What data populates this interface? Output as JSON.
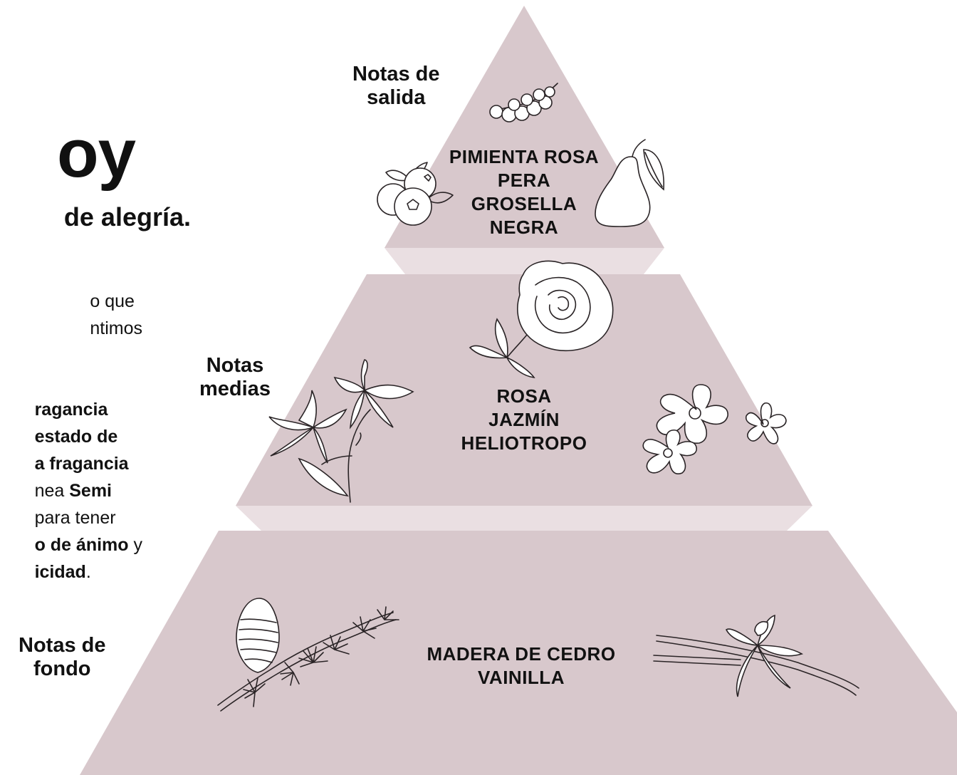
{
  "heading": {
    "title": "oy",
    "subtitle": "de alegría."
  },
  "left_paragraph_1": {
    "lines": [
      "o que",
      "ntimos"
    ]
  },
  "left_paragraph_2": {
    "lines": [
      [
        {
          "t": "ragancia",
          "b": true
        }
      ],
      [
        {
          "t": "estado de",
          "b": true
        }
      ],
      [
        {
          "t": "a fragancia",
          "b": true
        }
      ],
      [
        {
          "t": "nea ",
          "b": false
        },
        {
          "t": "Semi",
          "b": true
        }
      ],
      [
        {
          "t": "para tener",
          "b": false
        }
      ],
      [
        {
          "t": "o de ánimo",
          "b": true
        },
        {
          "t": " y",
          "b": false
        }
      ],
      [
        {
          "t": "icidad",
          "b": true
        },
        {
          "t": ".",
          "b": false
        }
      ]
    ]
  },
  "pyramid": {
    "colors": {
      "tier_fill": "#d8c8cc",
      "connector_fill": "#eadfe2",
      "text": "#111111",
      "line_art": "#2a2426"
    },
    "tiers": [
      {
        "label_lines": [
          "Notas de",
          "salida"
        ],
        "notes": [
          "PIMIENTA ROSA",
          "PERA",
          "GROSELLA",
          "NEGRA"
        ],
        "illustrations": [
          "currant-icon",
          "blueberries-icon",
          "pear-icon"
        ]
      },
      {
        "label_lines": [
          "Notas",
          "medias"
        ],
        "notes": [
          "ROSA",
          "JAZMÍN",
          "HELIOTROPO"
        ],
        "illustrations": [
          "rose-icon",
          "jasmine-icon",
          "heliotrope-icon"
        ]
      },
      {
        "label_lines": [
          "Notas de",
          "fondo"
        ],
        "notes": [
          "MADERA DE CEDRO",
          "VAINILLA"
        ],
        "illustrations": [
          "cedar-branch-icon",
          "vanilla-icon"
        ]
      }
    ]
  }
}
